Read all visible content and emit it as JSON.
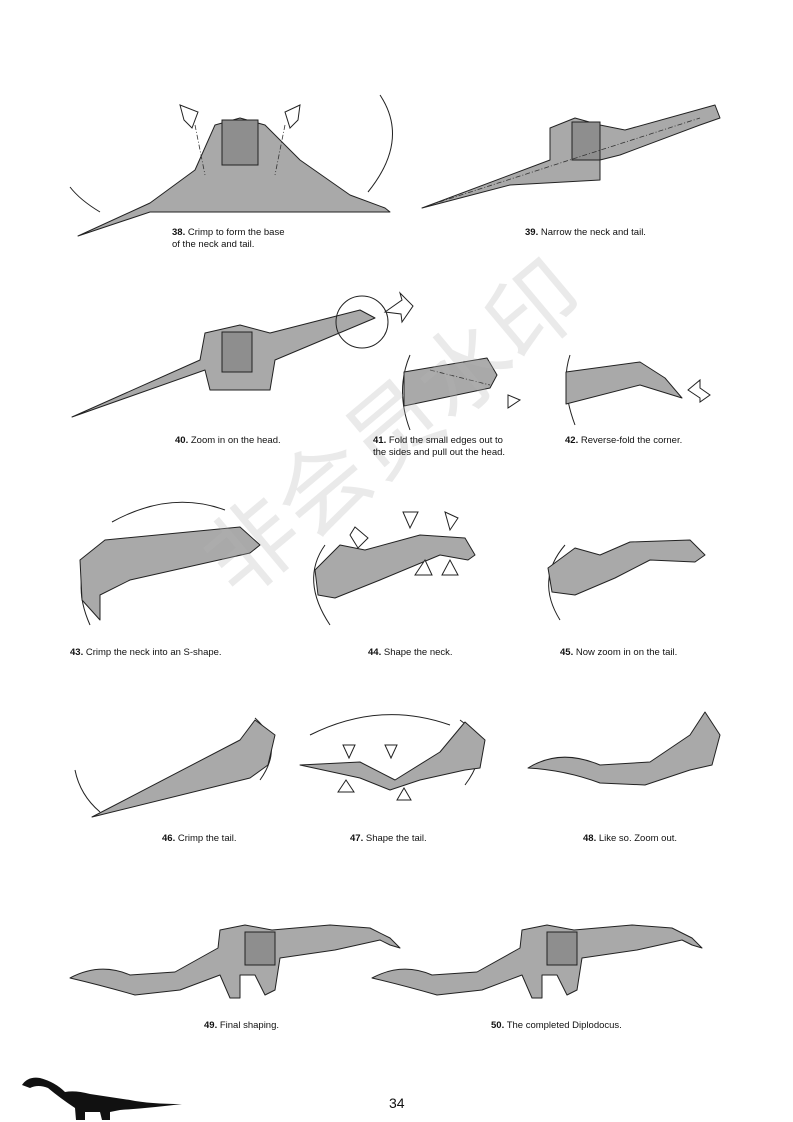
{
  "steps": [
    {
      "num": "38.",
      "text": "Crimp to form the base",
      "text2": "of the neck and tail."
    },
    {
      "num": "39.",
      "text": "Narrow the neck and tail."
    },
    {
      "num": "40.",
      "text": "Zoom in on the head."
    },
    {
      "num": "41.",
      "text": "Fold the small edges out to",
      "text2": "the sides and pull out the head."
    },
    {
      "num": "42.",
      "text": "Reverse-fold the corner."
    },
    {
      "num": "43.",
      "text": "Crimp the neck into an S-shape."
    },
    {
      "num": "44.",
      "text": "Shape the neck."
    },
    {
      "num": "45.",
      "text": "Now zoom in on the tail."
    },
    {
      "num": "46.",
      "text": "Crimp the tail."
    },
    {
      "num": "47.",
      "text": "Shape the tail."
    },
    {
      "num": "48.",
      "text": "Like so. Zoom out."
    },
    {
      "num": "49.",
      "text": "Final shaping."
    },
    {
      "num": "50.",
      "text": "The completed Diplodocus."
    }
  ],
  "page_number": "34",
  "watermark": "非会员水印"
}
